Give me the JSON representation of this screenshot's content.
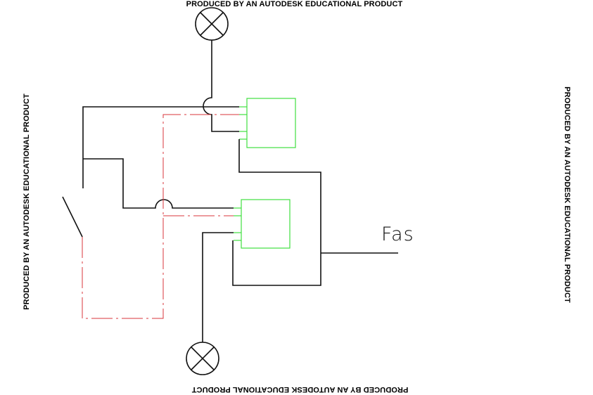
{
  "watermark": {
    "top": "PRODUCED BY AN AUTODESK EDUCATIONAL PRODUCT",
    "bottom": "PRODUCED BY AN AUTODESK EDUCATIONAL PRODUCT",
    "left": "PRODUCED BY AN AUTODESK EDUCATIONAL PRODUCT",
    "right": "PRODUCED BY AN AUTODESK EDUCATIONAL PRODUCT"
  },
  "labels": {
    "phase": "Fas"
  },
  "colors": {
    "wire": "#111111",
    "control_wire": "#d9363b",
    "relay": "#3fe03f"
  }
}
